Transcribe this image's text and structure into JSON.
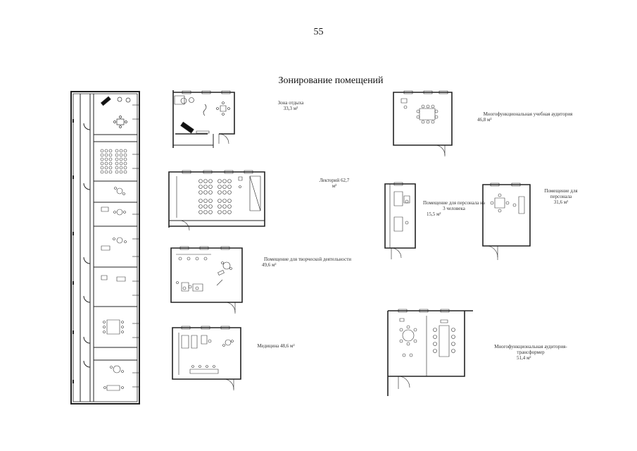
{
  "page": {
    "number": "55",
    "title": "Зонирование помещений"
  },
  "rooms": [
    {
      "id": "rest",
      "label": "Зона отдыха",
      "area": "33,3 м²"
    },
    {
      "id": "lecture",
      "label": "Лекторий",
      "area": "62,7 м²"
    },
    {
      "id": "creative",
      "label": "Помещение для творческой деятельности",
      "area": "49,6 м²"
    },
    {
      "id": "medical",
      "label": "Медицина",
      "area": "48,6 м²"
    },
    {
      "id": "multi_small",
      "label": "Многофункциональная учебная аудитория",
      "area": "46,8 м²"
    },
    {
      "id": "three_people",
      "label": "Помещение для персонала на 3 человека",
      "area": "15,5 м²"
    },
    {
      "id": "personal",
      "label": "Помещение для персонала",
      "area": "31,6 м²"
    },
    {
      "id": "multi_transform",
      "label": "Многофункциональная аудитория-трансформер",
      "area": "51,4 м²"
    }
  ]
}
